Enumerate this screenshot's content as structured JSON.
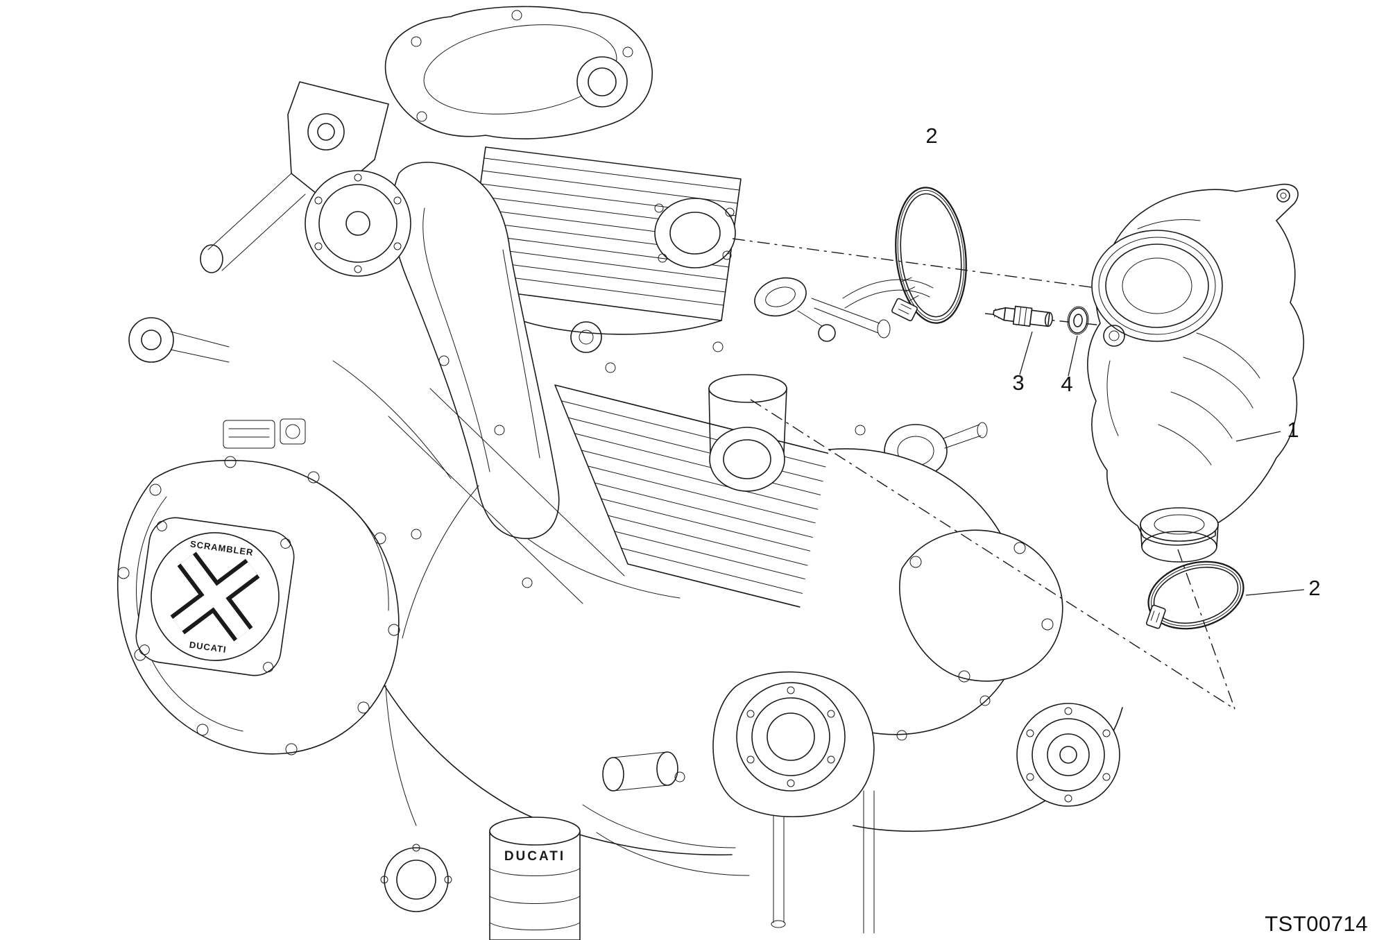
{
  "canvas": {
    "background": "#ffffff",
    "ink": "#1a1a1a"
  },
  "footer": {
    "part_code": "TST00714"
  },
  "callouts": {
    "upper_clamp": "2",
    "sensor": "3",
    "washer": "4",
    "manifold": "1",
    "lower_clamp": "2"
  },
  "engine_markings": {
    "plate_top": "SCRAMBLER",
    "plate_bottom": "DUCATI",
    "oil_filter": "DUCATI"
  }
}
